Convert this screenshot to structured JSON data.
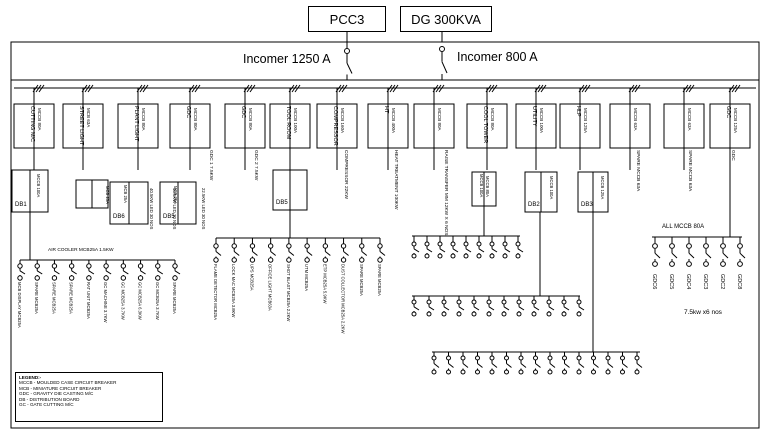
{
  "sources": {
    "pcc": "PCC3",
    "dg": "DG 300KVA"
  },
  "incomers": {
    "main": "Incomer 1250 A",
    "second": "Incomer 800 A"
  },
  "top_feeders": [
    {
      "box": "CUTTING M/C",
      "breaker": "MCCB 80A"
    },
    {
      "box": "STREET LIGHT",
      "breaker": "MCB 63A"
    },
    {
      "box": "PLANT LIGHT",
      "breaker": "MCCB 80A"
    },
    {
      "box": "GDC",
      "breaker": "MCCB 80A"
    },
    {
      "box": "GDC",
      "breaker": "MCCB 80A"
    },
    {
      "box": "TOOL ROOM",
      "breaker": "MCCB 100A"
    },
    {
      "box": "COMPRESSOR",
      "breaker": "MCCB 160A"
    },
    {
      "box": "HT",
      "breaker": "MCCB 400A"
    },
    {
      "box": "",
      "breaker": "MCCB 80A"
    },
    {
      "box": "COOL TOWER",
      "breaker": "MCCB 80A"
    },
    {
      "box": "UTILITY",
      "breaker": "MCCB 100A"
    },
    {
      "box": "HLP",
      "breaker": "MCCB 125A"
    },
    {
      "box": "",
      "breaker": "MCCB 63A"
    },
    {
      "box": "",
      "breaker": "MCCB 63A"
    },
    {
      "box": "GDC",
      "breaker": "MCCB 125A"
    }
  ],
  "feeder_notes": [
    "GDC 1 7.5KW",
    "GDC 2 7.5KW",
    "COMPRESSOR 22KW",
    "HEAT TREATMENT 100KW",
    "RAISE TRANSFER MM 12KW X 6 NOS",
    "SPARE MCCB 63A",
    "SPARE MCCB 63A",
    "GDC"
  ],
  "db_labels": [
    "DB1",
    "DB5",
    "DB6",
    "DB5",
    "DB2",
    "DB3"
  ],
  "small_breakers": [
    "MCCB 100A",
    "MCB 25A",
    "MCB 25A",
    "MCB 25A",
    "MCCB 100A",
    "MCCB 80A",
    "MCCB 100A",
    "MCCB 125A"
  ],
  "small_notes": [
    "40.5KW LED 30 NOS",
    "40.5KW LED 30 NOS",
    "22.5KW LED 30 NOS"
  ],
  "air_cooler": "AIR COOLER MCB25A 1.5KW",
  "all_mccb": "ALL MCCB 80A",
  "gdc_loads": [
    "GDC6",
    "GDC5",
    "GDC4",
    "GDC3",
    "GDC2",
    "GDC8"
  ],
  "gdc_note": "7.5kw x6 nos",
  "db1_loads": [
    "MCB DISPLAY MCB25A",
    "SPARE MCB25A",
    "SPARE MCB25A",
    "SPARE MCB25A",
    "RAT UNIT MCB25A",
    "GC MACHINE 3.7KW",
    "GC MCB25A 3.7KW",
    "GC MCB25A 6.3KW",
    "GC MCB25A 3.7KW",
    "SPARE MCB25A"
  ],
  "db5_loads": [
    "FLAME DETECTOR MCB25A",
    "LOCK MAC MCB25A 3.8KW",
    "UPS MCB25A",
    "OFFICE LIGHT MCB63A",
    "SHOT BLAST MCB25A 2.2KW",
    "UTM MCB25A",
    "ETP MCB25A 5.9KW",
    "DUST COLLECTOR MCB25A 2.2KW",
    "SPARE MCB25A",
    "SPARE MCB25A"
  ],
  "legend": {
    "title": "LEGEND:-",
    "items": [
      "MCCB - MOULDED CASE CIRCUIT BREAKER",
      "MCB - MINIATURE CIRCUIT BREAKER",
      "GDC - GRAVITY DIE CASTING M/C",
      "DB - DISTRIBUTION BOARD",
      "GC - GATE CUTTING M/C"
    ]
  }
}
